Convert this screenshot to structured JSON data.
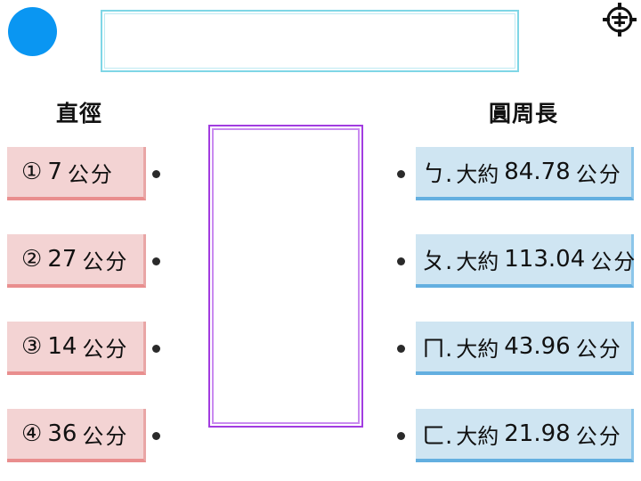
{
  "headers": {
    "diameter": "直徑",
    "circumference": "圓周長"
  },
  "diameters": [
    {
      "marker": "①",
      "value": "7",
      "unit": "公分"
    },
    {
      "marker": "②",
      "value": "27",
      "unit": "公分"
    },
    {
      "marker": "③",
      "value": "14",
      "unit": "公分"
    },
    {
      "marker": "④",
      "value": "36",
      "unit": "公分"
    }
  ],
  "circumferences": [
    {
      "marker": "ㄅ.",
      "about": "大約",
      "value": "84.78",
      "unit": "公分"
    },
    {
      "marker": "ㄆ.",
      "about": "大約",
      "value": "113.04",
      "unit": "公分"
    },
    {
      "marker": "ㄇ.",
      "about": "大約",
      "value": "43.96",
      "unit": "公分"
    },
    {
      "marker": "ㄈ.",
      "about": "大約",
      "value": "21.98",
      "unit": "公分"
    }
  ],
  "colors": {
    "accent_blue": "#0a96f2",
    "diameter_card": "#f3d3d3",
    "circumference_card": "#cfe5f2",
    "match_box_border": "#a23ce0"
  },
  "icons": {
    "corner_logo": "school-emblem-icon"
  }
}
